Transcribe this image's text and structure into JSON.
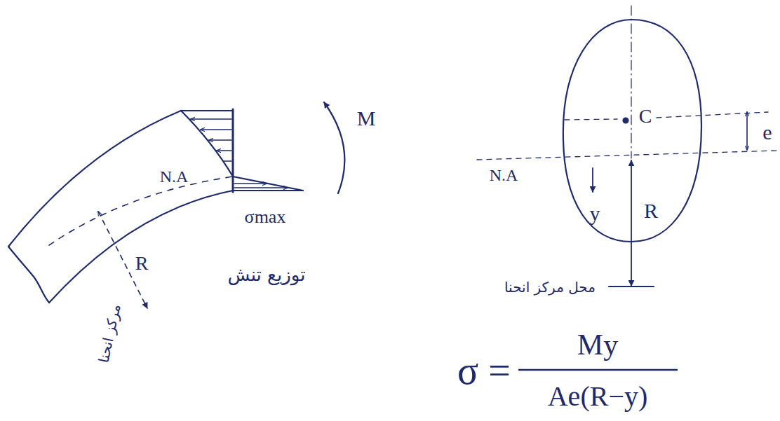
{
  "diagram": {
    "labels": [
      "M",
      "σmax",
      "N.A",
      "R",
      "مرکز انحنا",
      "توزیع تنش",
      "C",
      "e",
      "N.A",
      "y",
      "R",
      "محل مرکز انحنا",
      "σ =",
      "My",
      "Ae(R−y)"
    ]
  }
}
